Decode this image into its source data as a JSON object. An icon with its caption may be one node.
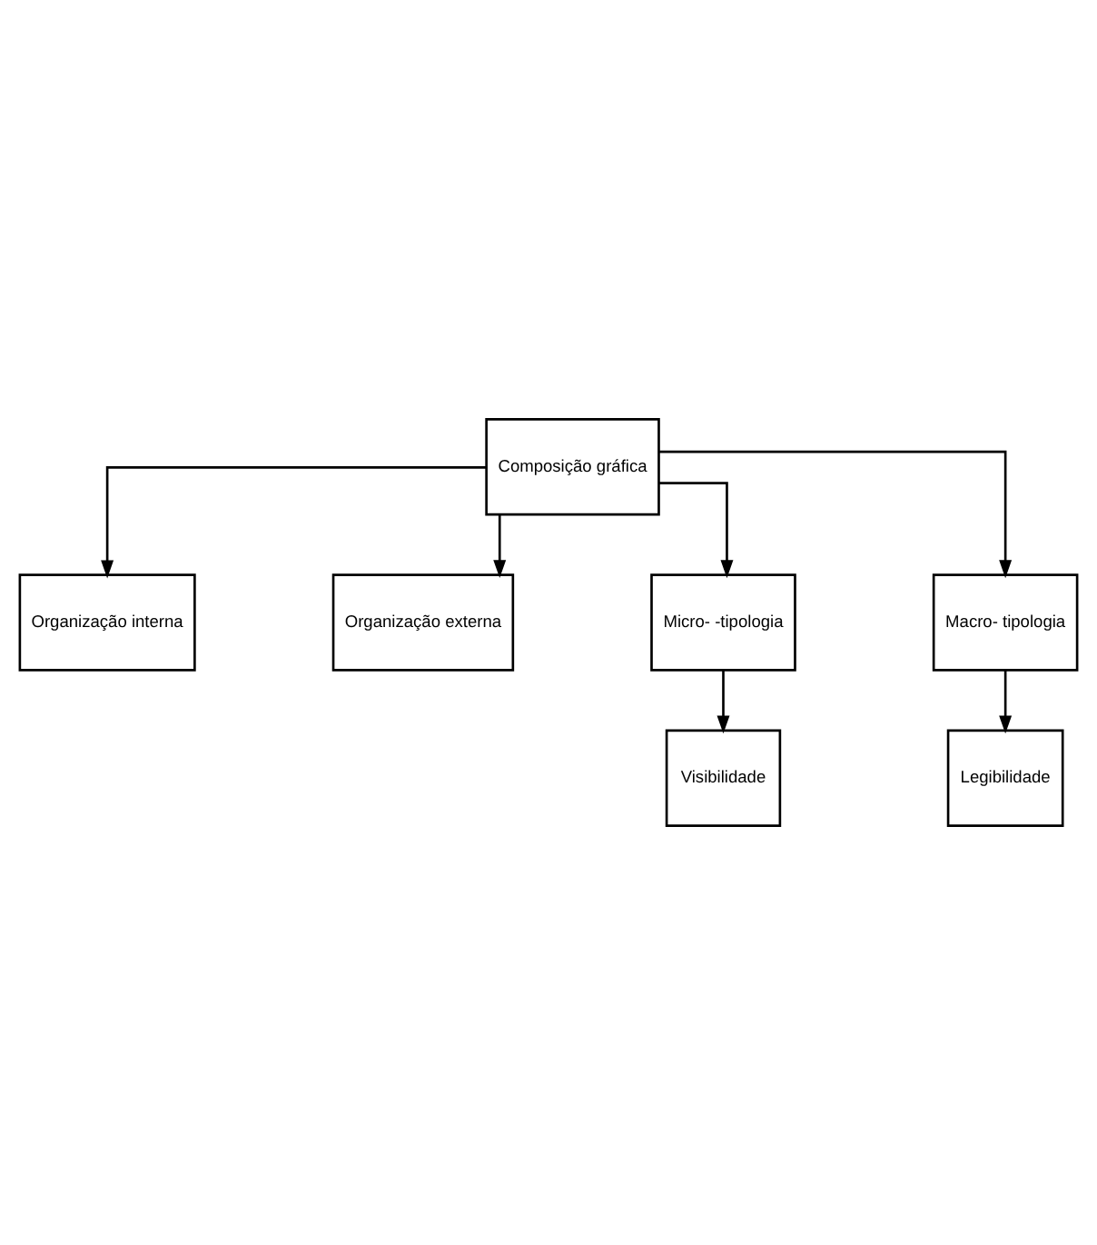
{
  "diagram": {
    "nodes": [
      {
        "text": [
          "Composição gráfica"
        ]
      },
      {
        "text": [
          "Organização interna"
        ]
      },
      {
        "text": [
          "Organização externa"
        ]
      },
      {
        "text": [
          "Micro- -tipologia"
        ]
      },
      {
        "text": [
          "Macro- tipologia"
        ]
      },
      {
        "text": [
          "Visibilidade"
        ]
      },
      {
        "text": [
          "Legibilidade"
        ]
      }
    ],
    "edges": [
      {
        "from": 0,
        "to": 1,
        "arrow": "to"
      },
      {
        "from": 0,
        "to": 2,
        "arrow": "to"
      },
      {
        "from": 0,
        "to": 3,
        "arrow": "to"
      },
      {
        "from": 0,
        "to": 4,
        "arrow": "to"
      },
      {
        "from": 3,
        "to": 5,
        "arrow": "to"
      },
      {
        "from": 4,
        "to": 6,
        "arrow": "to"
      }
    ]
  }
}
